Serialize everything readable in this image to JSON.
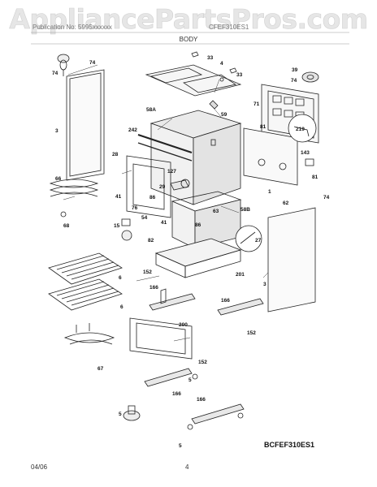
{
  "watermark": "AppliancePartsPros.com",
  "header": {
    "left": "Publication No: 5995xxxxxx",
    "right": "CFEF310ES1",
    "title": "BODY"
  },
  "diagram_code": "BCFEF310ES1",
  "footer": {
    "date": "04/06",
    "page": "4"
  },
  "callouts": {
    "c33": "33",
    "c74a": "74",
    "c4": "4",
    "c74b": "74",
    "c39": "39",
    "c33b": "33",
    "c58a": "58A",
    "c59": "59",
    "c71": "71",
    "c3a": "3",
    "c242": "242",
    "c81a": "81",
    "c219": "219",
    "c143": "143",
    "c28": "28",
    "c127": "127",
    "c66": "66",
    "c29": "29",
    "c81b": "81",
    "c41a": "41",
    "c86a": "86",
    "c1": "1",
    "c76": "76",
    "c62": "62",
    "c74c": "74",
    "c68": "68",
    "c15": "15",
    "c54": "54",
    "c41b": "41",
    "c86b": "86",
    "c58b": "58B",
    "c63": "63",
    "c27": "27",
    "c82": "82",
    "c152a": "152",
    "c6a": "6",
    "c166a": "166",
    "c201": "201",
    "c3b": "3",
    "c6b": "6",
    "c166b": "166",
    "c200": "200",
    "c152b": "152",
    "c67": "67",
    "c152c": "152",
    "c166c": "166",
    "c5a": "5",
    "c166d": "166",
    "c5b": "5",
    "c5c": "5"
  }
}
